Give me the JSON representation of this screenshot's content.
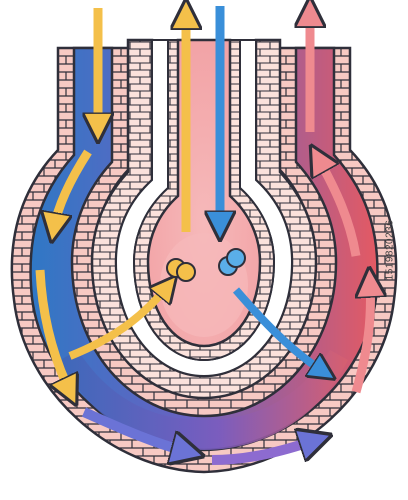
{
  "watermark": {
    "id_text": "1519820236"
  },
  "colors": {
    "outline": "#2f2f3a",
    "brick_light": "#f7c9c3",
    "brick_pale": "#fbe2dc",
    "vein_blue": "#2f78c5",
    "vein_deep": "#3e67b8",
    "artery_red": "#e45a63",
    "artery_light": "#ef8a8f",
    "gradient_purple": "#7a5cc0",
    "bulb_pink": "#f2a3a6",
    "bulb_glow": "#f6b9ba",
    "oxygen_yellow": "#f4c04a",
    "co2_blue": "#5aaee8",
    "arrow_blue": "#3a8fd9"
  },
  "icons": {
    "inflow_arrows": "yellow-flow-arrows",
    "gas_exchange": "gas-molecule-icons",
    "outflow_arrows": "red-flow-arrows"
  }
}
